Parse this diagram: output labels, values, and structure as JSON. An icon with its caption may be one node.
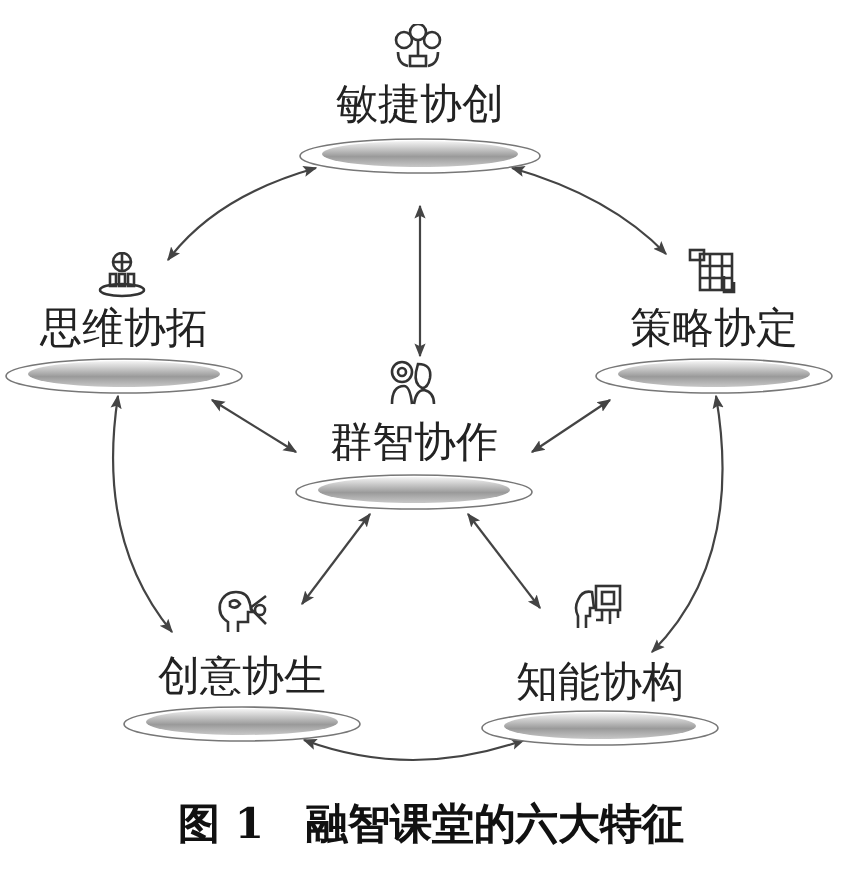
{
  "diagram": {
    "caption": "图 1　融智课堂的六大特征",
    "nodes": [
      {
        "text": [
          "敏捷协创"
        ]
      },
      {
        "text": [
          "思维协拓"
        ]
      },
      {
        "text": [
          "策略协定"
        ]
      },
      {
        "text": [
          "群智协作"
        ]
      },
      {
        "text": [
          "创意协生"
        ]
      },
      {
        "text": [
          "知能协构"
        ]
      }
    ],
    "edges": [
      {
        "from": 0,
        "to": 1,
        "arrow": "both"
      },
      {
        "from": 0,
        "to": 2,
        "arrow": "both"
      },
      {
        "from": 0,
        "to": 3,
        "arrow": "both"
      },
      {
        "from": 3,
        "to": 1,
        "arrow": "both"
      },
      {
        "from": 3,
        "to": 2,
        "arrow": "both"
      },
      {
        "from": 1,
        "to": 4,
        "arrow": "both"
      },
      {
        "from": 2,
        "to": 5,
        "arrow": "both"
      },
      {
        "from": 3,
        "to": 4,
        "arrow": "both"
      },
      {
        "from": 3,
        "to": 5,
        "arrow": "both"
      },
      {
        "from": 4,
        "to": 5,
        "arrow": "both"
      }
    ]
  }
}
